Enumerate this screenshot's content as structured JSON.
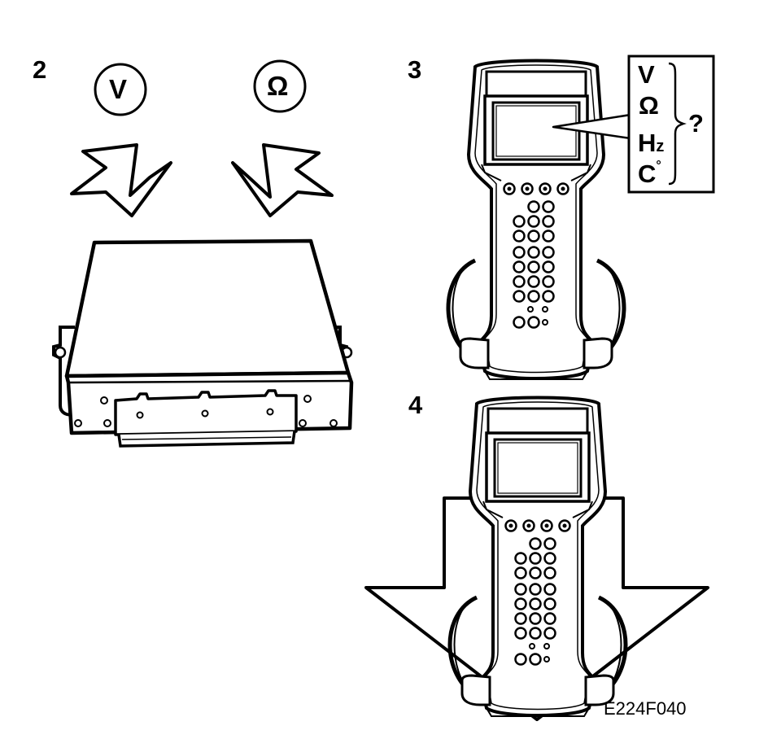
{
  "steps": {
    "s2": "2",
    "s3": "3",
    "s4": "4"
  },
  "symbols": {
    "voltage": "V",
    "resistance": "Ω"
  },
  "measurements": {
    "volt": "V",
    "ohm": "Ω",
    "hz_main": "H",
    "hz_sub": "z",
    "temp_main": "C",
    "temp_deg": "°",
    "question": "?"
  },
  "figure_code": "E224F040",
  "colors": {
    "line": "#000000",
    "background": "#ffffff"
  }
}
